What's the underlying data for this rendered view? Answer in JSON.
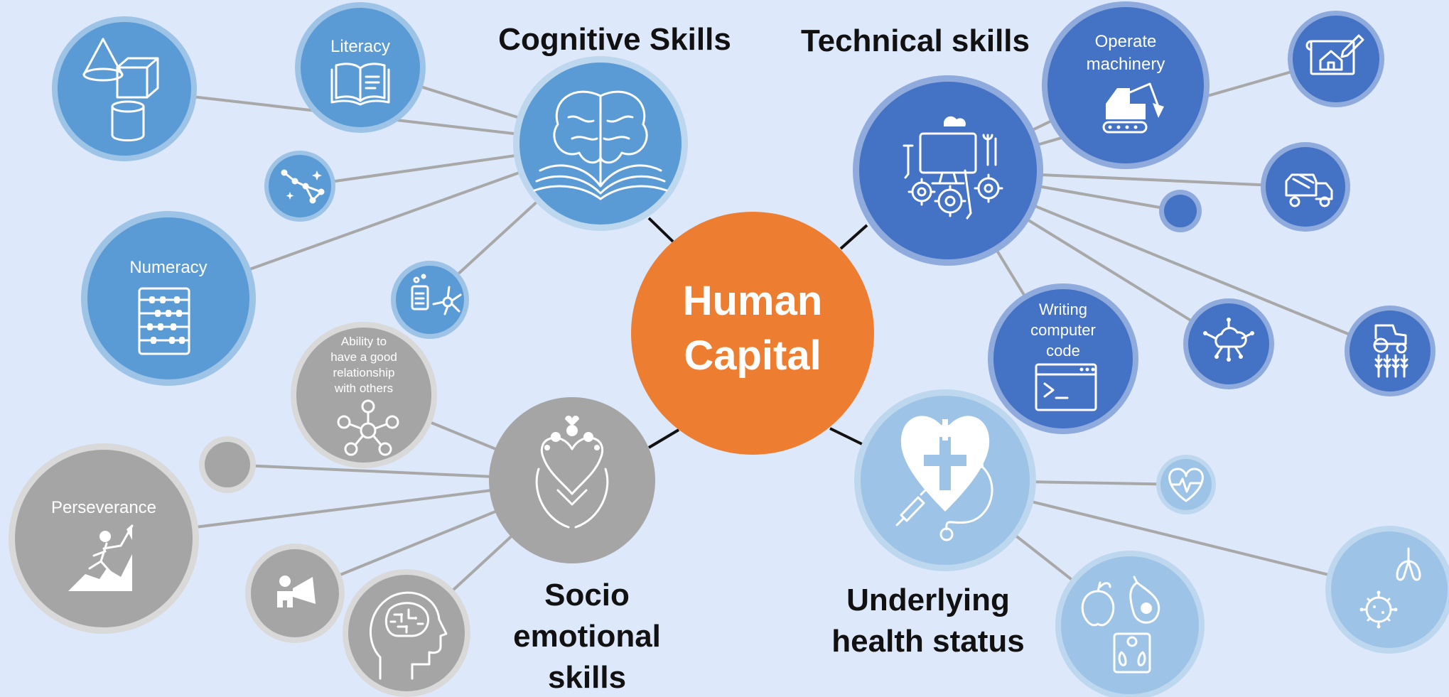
{
  "center": {
    "label_line1": "Human",
    "label_line2": "Capital",
    "color": "#ed7d31"
  },
  "colors": {
    "cognitive": "#5b9bd5",
    "technical": "#4472c4",
    "socio": "#a5a5a5",
    "health": "#9dc3e6",
    "connector": "#a8a8a8",
    "hub_connector": "#111111",
    "background": "#dde9fb"
  },
  "cognitive": {
    "heading": "Cognitive Skills",
    "hub_icon": "brain-book-icon",
    "literacy": {
      "label": "Literacy",
      "icon": "open-book-icon"
    },
    "numeracy": {
      "label": "Numeracy",
      "icon": "abacus-icon"
    },
    "geometry": {
      "icon": "geometric-shapes-icon"
    },
    "constellation": {
      "icon": "constellation-icon"
    },
    "science": {
      "icon": "science-neuron-icon"
    }
  },
  "technical": {
    "heading": "Technical skills",
    "hub_icon": "computer-gears-tools-icon",
    "operate_machinery": {
      "label_line1": "Operate",
      "label_line2": "machinery",
      "icon": "excavator-icon"
    },
    "writing_code": {
      "label_line1": "Writing",
      "label_line2": "computer",
      "label_line3": "code",
      "icon": "terminal-icon"
    },
    "blueprint": {
      "icon": "house-blueprint-icon"
    },
    "truck": {
      "icon": "cement-truck-icon"
    },
    "cloud": {
      "icon": "cloud-network-icon"
    },
    "tractor": {
      "icon": "tractor-wheat-icon"
    }
  },
  "socio": {
    "heading_line1": "Socio",
    "heading_line2": "emotional",
    "heading_line3": "skills",
    "hub_icon": "heart-hands-icon",
    "relationships": {
      "label_line1": "Ability to",
      "label_line2": "have a good",
      "label_line3": "relationship",
      "label_line4": "with others",
      "icon": "social-network-icon"
    },
    "perseverance": {
      "label": "Perseverance",
      "icon": "climber-icon"
    },
    "megaphone": {
      "icon": "megaphone-person-icon"
    },
    "mind": {
      "icon": "head-brain-icon"
    }
  },
  "health": {
    "heading_line1": "Underlying",
    "heading_line2": "health status",
    "hub_icon": "heart-cross-stethoscope-icon",
    "heartbeat": {
      "icon": "heartbeat-icon"
    },
    "nutrition": {
      "icon": "apple-avocado-scale-icon"
    },
    "disease": {
      "icon": "lungs-virus-icon"
    }
  }
}
